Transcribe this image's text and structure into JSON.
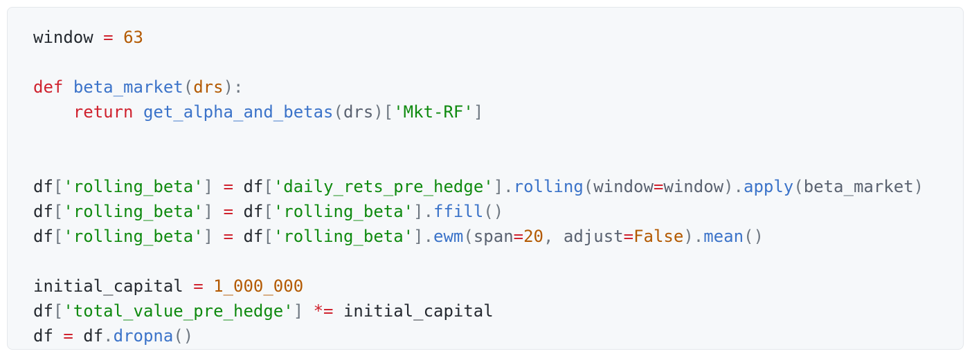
{
  "code": {
    "lines": [
      [
        {
          "t": "window",
          "c": "var"
        },
        {
          "t": " ",
          "c": "var"
        },
        {
          "t": "=",
          "c": "op"
        },
        {
          "t": " ",
          "c": "var"
        },
        {
          "t": "63",
          "c": "num"
        }
      ],
      [],
      [
        {
          "t": "def",
          "c": "kw"
        },
        {
          "t": " ",
          "c": "var"
        },
        {
          "t": "beta_market",
          "c": "fn"
        },
        {
          "t": "(",
          "c": "punc"
        },
        {
          "t": "drs",
          "c": "param"
        },
        {
          "t": "):",
          "c": "punc"
        }
      ],
      [
        {
          "t": "    ",
          "c": "var"
        },
        {
          "t": "return",
          "c": "kw"
        },
        {
          "t": " ",
          "c": "var"
        },
        {
          "t": "get_alpha_and_betas",
          "c": "fn"
        },
        {
          "t": "(",
          "c": "punc"
        },
        {
          "t": "drs",
          "c": "arg"
        },
        {
          "t": ")[",
          "c": "punc"
        },
        {
          "t": "'Mkt-RF'",
          "c": "str"
        },
        {
          "t": "]",
          "c": "punc"
        }
      ],
      [],
      [],
      [
        {
          "t": "df",
          "c": "var"
        },
        {
          "t": "[",
          "c": "punc"
        },
        {
          "t": "'rolling_beta'",
          "c": "str"
        },
        {
          "t": "]",
          "c": "punc"
        },
        {
          "t": " ",
          "c": "var"
        },
        {
          "t": "=",
          "c": "op"
        },
        {
          "t": " ",
          "c": "var"
        },
        {
          "t": "df",
          "c": "var"
        },
        {
          "t": "[",
          "c": "punc"
        },
        {
          "t": "'daily_rets_pre_hedge'",
          "c": "str"
        },
        {
          "t": "].",
          "c": "punc"
        },
        {
          "t": "rolling",
          "c": "fn"
        },
        {
          "t": "(",
          "c": "punc"
        },
        {
          "t": "window",
          "c": "arg"
        },
        {
          "t": "=",
          "c": "op"
        },
        {
          "t": "window",
          "c": "arg"
        },
        {
          "t": ").",
          "c": "punc"
        },
        {
          "t": "apply",
          "c": "fn"
        },
        {
          "t": "(",
          "c": "punc"
        },
        {
          "t": "beta_market",
          "c": "arg"
        },
        {
          "t": ")",
          "c": "punc"
        }
      ],
      [
        {
          "t": "df",
          "c": "var"
        },
        {
          "t": "[",
          "c": "punc"
        },
        {
          "t": "'rolling_beta'",
          "c": "str"
        },
        {
          "t": "]",
          "c": "punc"
        },
        {
          "t": " ",
          "c": "var"
        },
        {
          "t": "=",
          "c": "op"
        },
        {
          "t": " ",
          "c": "var"
        },
        {
          "t": "df",
          "c": "var"
        },
        {
          "t": "[",
          "c": "punc"
        },
        {
          "t": "'rolling_beta'",
          "c": "str"
        },
        {
          "t": "].",
          "c": "punc"
        },
        {
          "t": "ffill",
          "c": "fn"
        },
        {
          "t": "()",
          "c": "punc"
        }
      ],
      [
        {
          "t": "df",
          "c": "var"
        },
        {
          "t": "[",
          "c": "punc"
        },
        {
          "t": "'rolling_beta'",
          "c": "str"
        },
        {
          "t": "]",
          "c": "punc"
        },
        {
          "t": " ",
          "c": "var"
        },
        {
          "t": "=",
          "c": "op"
        },
        {
          "t": " ",
          "c": "var"
        },
        {
          "t": "df",
          "c": "var"
        },
        {
          "t": "[",
          "c": "punc"
        },
        {
          "t": "'rolling_beta'",
          "c": "str"
        },
        {
          "t": "].",
          "c": "punc"
        },
        {
          "t": "ewm",
          "c": "fn"
        },
        {
          "t": "(",
          "c": "punc"
        },
        {
          "t": "span",
          "c": "arg"
        },
        {
          "t": "=",
          "c": "op"
        },
        {
          "t": "20",
          "c": "num"
        },
        {
          "t": ", ",
          "c": "punc"
        },
        {
          "t": "adjust",
          "c": "arg"
        },
        {
          "t": "=",
          "c": "op"
        },
        {
          "t": "False",
          "c": "num"
        },
        {
          "t": ").",
          "c": "punc"
        },
        {
          "t": "mean",
          "c": "fn"
        },
        {
          "t": "()",
          "c": "punc"
        }
      ],
      [],
      [
        {
          "t": "initial_capital",
          "c": "var"
        },
        {
          "t": " ",
          "c": "var"
        },
        {
          "t": "=",
          "c": "op"
        },
        {
          "t": " ",
          "c": "var"
        },
        {
          "t": "1_000_000",
          "c": "num"
        }
      ],
      [
        {
          "t": "df",
          "c": "var"
        },
        {
          "t": "[",
          "c": "punc"
        },
        {
          "t": "'total_value_pre_hedge'",
          "c": "str"
        },
        {
          "t": "]",
          "c": "punc"
        },
        {
          "t": " ",
          "c": "var"
        },
        {
          "t": "*=",
          "c": "op"
        },
        {
          "t": " ",
          "c": "var"
        },
        {
          "t": "initial_capital",
          "c": "var"
        }
      ],
      [
        {
          "t": "df",
          "c": "var"
        },
        {
          "t": " ",
          "c": "var"
        },
        {
          "t": "=",
          "c": "op"
        },
        {
          "t": " ",
          "c": "var"
        },
        {
          "t": "df",
          "c": "var"
        },
        {
          "t": ".",
          "c": "punc"
        },
        {
          "t": "dropna",
          "c": "fn"
        },
        {
          "t": "()",
          "c": "punc"
        }
      ]
    ]
  }
}
